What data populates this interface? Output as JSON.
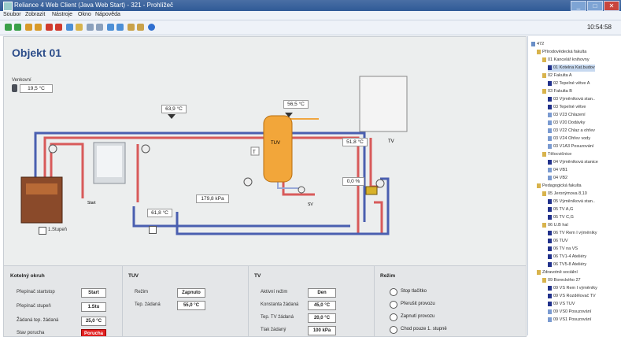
{
  "window": {
    "title": "Reliance 4 Web Client (Java Web Start) - 321 - Prohlížeč",
    "buttons": [
      "_",
      "□",
      "✕"
    ]
  },
  "menu": [
    "Soubor",
    "Zobrazit",
    "Nástroje",
    "Okno",
    "Nápověda"
  ],
  "clock": "10:54:58",
  "page": {
    "title": "Objekt 01"
  },
  "scheme": {
    "outdoor_label": "Venkovní",
    "outdoor_temp": "19,5 °C",
    "temp_top": "63,9 °C",
    "temp_tuv": "56,5 °C",
    "temp_tv": "51,8 °C",
    "pressure": "179,8 kPa",
    "temp_return": "61,8 °C",
    "valve_pct": "0,0 %",
    "tuv_label": "TUV",
    "tv_label": "TV",
    "sv_label": "SV",
    "t_label": "T",
    "boiler_label": "Start",
    "stupen_label": "1.Stupeň"
  },
  "panels": {
    "kotel": {
      "title": "Kotelný okruh",
      "rows": [
        {
          "label": "Přepínač startstop",
          "value": "Start"
        },
        {
          "label": "Přepínač stupeň",
          "value": "1.Stu"
        },
        {
          "label": "Žádaná tep. žádaná",
          "value": "25,0 °C"
        },
        {
          "label": "Stav porucha",
          "value": "Porucha"
        }
      ]
    },
    "tuv": {
      "title": "TUV",
      "rows": [
        {
          "label": "Režim",
          "value": "Zapnuto"
        },
        {
          "label": "Tep. žádaná",
          "value": "55,0 °C"
        }
      ]
    },
    "tv": {
      "title": "TV",
      "rows": [
        {
          "label": "Aktivní režim",
          "value": "Den"
        },
        {
          "label": "Konstanta žádaná",
          "value": "45,0 °C"
        },
        {
          "label": "Tep. TV žádaná",
          "value": "20,0 °C"
        },
        {
          "label": "Tlak žádaný",
          "value": "100 kPa"
        }
      ]
    },
    "rezim": {
      "title": "Režim",
      "options": [
        "Stop tlačítko",
        "Přerušit provozu",
        "Zapnutí provozu",
        "Chod pouze 1. stupně"
      ]
    }
  },
  "tree": [
    {
      "label": "472",
      "level": 0,
      "color": "#6a8fc7"
    },
    {
      "label": "Přírodovědecká fakulta",
      "level": 1,
      "color": "#d8b34c"
    },
    {
      "label": "01 Kancelář knihovny",
      "level": 2,
      "color": "#d8b34c"
    },
    {
      "label": "01 Kotelna Kat.budov",
      "level": 3,
      "color": "#22328c",
      "sel": true
    },
    {
      "label": "02 Fakulta A",
      "level": 2,
      "color": "#d8b34c"
    },
    {
      "label": "02 Tepelné větve A",
      "level": 3,
      "color": "#22328c"
    },
    {
      "label": "03 Fakulta B",
      "level": 2,
      "color": "#d8b34c"
    },
    {
      "label": "03 Výměníková stan..",
      "level": 3,
      "color": "#22328c"
    },
    {
      "label": "03 Tepelné větve",
      "level": 3,
      "color": "#22328c"
    },
    {
      "label": "03 V23 Chlazení",
      "level": 3,
      "color": "#7b9bd1"
    },
    {
      "label": "03 V20 Dodávky",
      "level": 3,
      "color": "#7b9bd1"
    },
    {
      "label": "03 V22 Chlaz a ohřev",
      "level": 3,
      "color": "#7b9bd1"
    },
    {
      "label": "03 V24 Ohřev vody",
      "level": 3,
      "color": "#7b9bd1"
    },
    {
      "label": "03 V1A3 Posuzování",
      "level": 3,
      "color": "#7b9bd1"
    },
    {
      "label": "Tělocvičnice",
      "level": 2,
      "color": "#d8b34c"
    },
    {
      "label": "04 Výměníková stanice",
      "level": 3,
      "color": "#22328c"
    },
    {
      "label": "04 VB1",
      "level": 3,
      "color": "#7b9bd1"
    },
    {
      "label": "04 VB2",
      "level": 3,
      "color": "#7b9bd1"
    },
    {
      "label": "Pedagogická fakulta",
      "level": 1,
      "color": "#d8b34c"
    },
    {
      "label": "05 Jeronýmova 8,10",
      "level": 2,
      "color": "#d8b34c"
    },
    {
      "label": "05 Výměníková stan..",
      "level": 3,
      "color": "#22328c"
    },
    {
      "label": "05 TV A,G",
      "level": 3,
      "color": "#22328c"
    },
    {
      "label": "05 TV C,G",
      "level": 3,
      "color": "#22328c"
    },
    {
      "label": "06 U.B hal",
      "level": 2,
      "color": "#d8b34c"
    },
    {
      "label": "06 TV Rem I výměníky",
      "level": 3,
      "color": "#22328c"
    },
    {
      "label": "06 TUV",
      "level": 3,
      "color": "#22328c"
    },
    {
      "label": "06 TV na VS",
      "level": 3,
      "color": "#22328c"
    },
    {
      "label": "06 TV1-4 Ateliéry",
      "level": 3,
      "color": "#22328c"
    },
    {
      "label": "06 TV5-8 Ateliéry",
      "level": 3,
      "color": "#22328c"
    },
    {
      "label": "Zdravotně sociální",
      "level": 1,
      "color": "#d8b34c"
    },
    {
      "label": "09 Boreckého 27",
      "level": 2,
      "color": "#d8b34c"
    },
    {
      "label": "09 VS Rem I výměníky",
      "level": 3,
      "color": "#22328c"
    },
    {
      "label": "09 VS Rozdělovač TV",
      "level": 3,
      "color": "#22328c"
    },
    {
      "label": "09 VS TUV",
      "level": 3,
      "color": "#22328c"
    },
    {
      "label": "09 VS0 Posuzování",
      "level": 3,
      "color": "#7b9bd1"
    },
    {
      "label": "09 VS1 Posuzování",
      "level": 3,
      "color": "#7b9bd1"
    }
  ]
}
